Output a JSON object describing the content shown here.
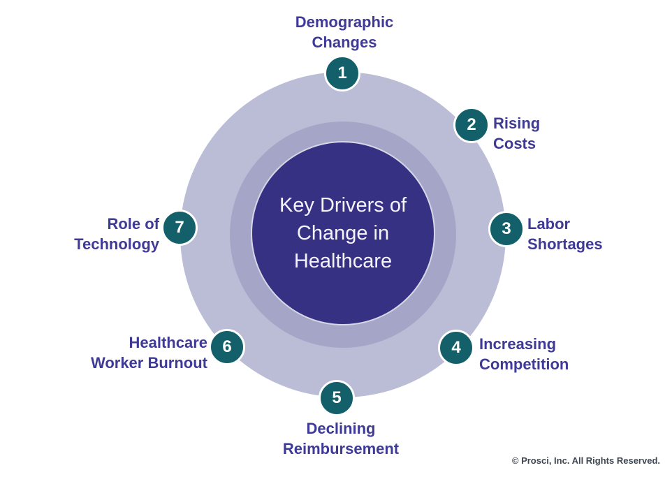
{
  "center": {
    "title": "Key Drivers of\nChange in\nHealthcare"
  },
  "items": [
    {
      "number": "1",
      "label": "Demographic\nChanges"
    },
    {
      "number": "2",
      "label": "Rising\nCosts"
    },
    {
      "number": "3",
      "label": "Labor\nShortages"
    },
    {
      "number": "4",
      "label": "Increasing\nCompetition"
    },
    {
      "number": "5",
      "label": "Declining\nReimbursement"
    },
    {
      "number": "6",
      "label": "Healthcare\nWorker Burnout"
    },
    {
      "number": "7",
      "label": "Role of\nTechnology"
    }
  ],
  "footer": {
    "copyright": "© Prosci, Inc. All Rights Reserved."
  },
  "colors": {
    "outer_ring": "#bbbcd6",
    "inner_ring": "#a5a6c7",
    "center_circle": "#373184",
    "badge_teal": "#13606a",
    "badge_border": "#ffffff",
    "label_text": "#3e3a96",
    "center_text": "#f5f3fc",
    "copyright_text": "#3d4752"
  }
}
